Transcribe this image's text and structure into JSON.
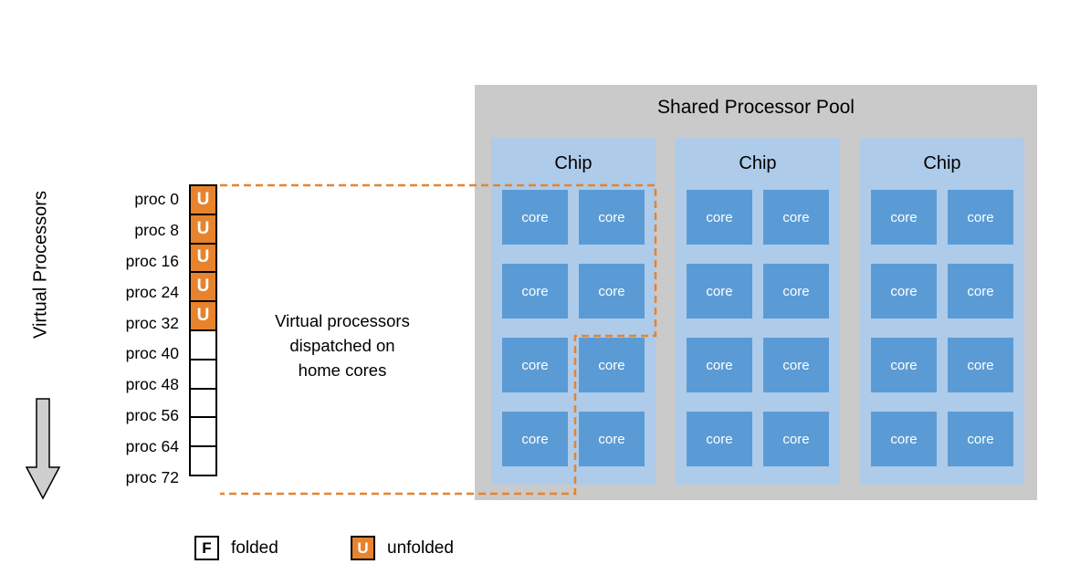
{
  "colors": {
    "orange": "#E8832D",
    "pool_bg": "#CACACA",
    "chip_bg": "#AECBEA",
    "core_bg": "#5B9BD5",
    "dashed": "#E8832D"
  },
  "axis": {
    "label": "Virtual Processors"
  },
  "stack": {
    "rows": [
      {
        "label": "proc 0",
        "glyph": "U",
        "state": "unfolded"
      },
      {
        "label": "proc 8",
        "glyph": "U",
        "state": "unfolded"
      },
      {
        "label": "proc 16",
        "glyph": "U",
        "state": "unfolded"
      },
      {
        "label": "proc 24",
        "glyph": "U",
        "state": "unfolded"
      },
      {
        "label": "proc 32",
        "glyph": "U",
        "state": "unfolded"
      },
      {
        "label": "proc 40",
        "glyph": "",
        "state": "folded"
      },
      {
        "label": "proc 48",
        "glyph": "",
        "state": "folded"
      },
      {
        "label": "proc 56",
        "glyph": "",
        "state": "folded"
      },
      {
        "label": "proc 64",
        "glyph": "",
        "state": "folded"
      },
      {
        "label": "proc 72",
        "glyph": "",
        "state": "folded"
      }
    ]
  },
  "annotation": {
    "line1": "Virtual processors",
    "line2": "dispatched on",
    "line3": "home cores"
  },
  "pool": {
    "title": "Shared Processor Pool",
    "core_label": "core",
    "chips": [
      {
        "label": "Chip"
      },
      {
        "label": "Chip"
      },
      {
        "label": "Chip"
      }
    ]
  },
  "legend": {
    "folded": {
      "glyph": "F",
      "label": "folded"
    },
    "unfolded": {
      "glyph": "U",
      "label": "unfolded"
    }
  }
}
